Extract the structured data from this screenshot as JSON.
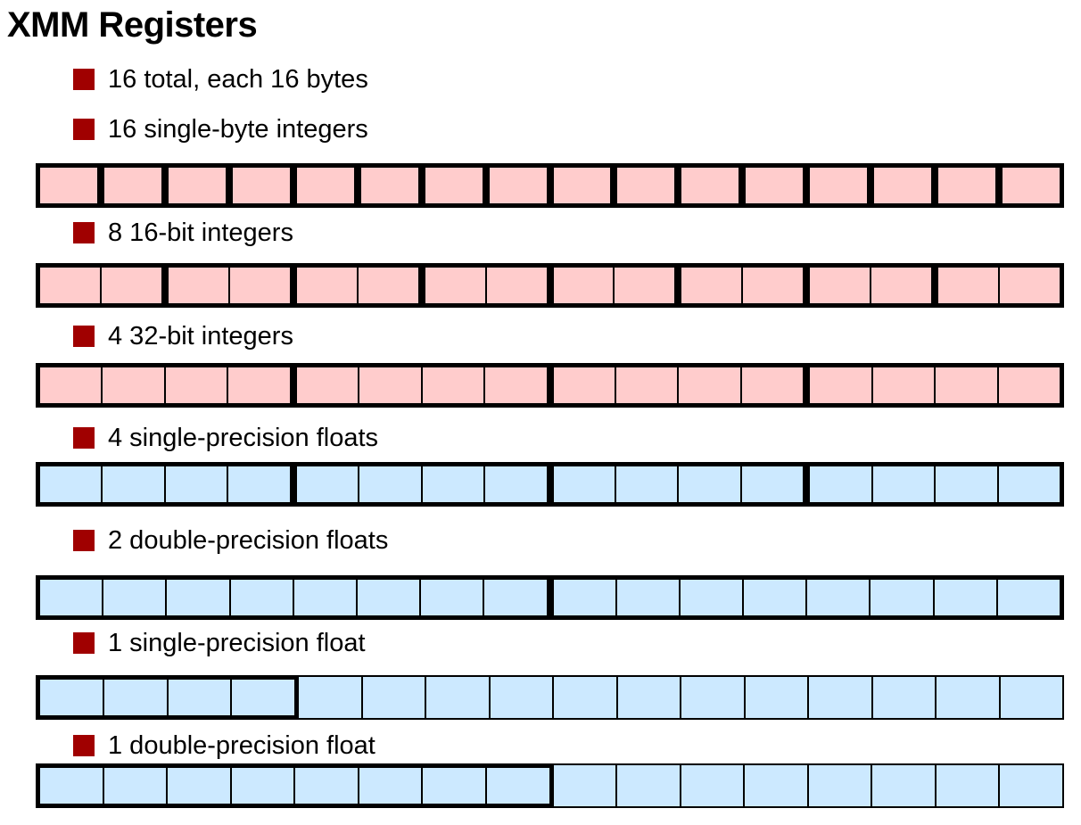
{
  "title": "XMM Registers",
  "colors": {
    "bullet": "#a00000",
    "pink": "#ffcccc",
    "blue": "#cce9ff",
    "border": "#000000",
    "text": "#000000",
    "background": "#ffffff"
  },
  "bullets": [
    {
      "text": "16 total, each 16 bytes"
    },
    {
      "text": "16 single-byte integers"
    },
    {
      "text": "8 16-bit integers"
    },
    {
      "text": "4 32-bit integers"
    },
    {
      "text": "4 single-precision floats"
    },
    {
      "text": "2 double-precision floats"
    },
    {
      "text": "1 single-precision float"
    },
    {
      "text": "1 double-precision float"
    }
  ],
  "bars": [
    {
      "name": "register-bar-16-single-byte-integers",
      "fill": "pink",
      "groups": [
        {
          "size": 1,
          "count": 16,
          "thick": true
        }
      ]
    },
    {
      "name": "register-bar-8-16bit-integers",
      "fill": "pink",
      "groups": [
        {
          "size": 2,
          "count": 8,
          "thick": true
        }
      ]
    },
    {
      "name": "register-bar-4-32bit-integers",
      "fill": "pink",
      "groups": [
        {
          "size": 4,
          "count": 4,
          "thick": true
        }
      ]
    },
    {
      "name": "register-bar-4-single-precision-floats",
      "fill": "blue",
      "groups": [
        {
          "size": 4,
          "count": 4,
          "thick": true
        }
      ]
    },
    {
      "name": "register-bar-2-double-precision-floats",
      "fill": "blue",
      "groups": [
        {
          "size": 8,
          "count": 2,
          "thick": true
        }
      ]
    },
    {
      "name": "register-bar-1-single-precision-float",
      "fill": "blue",
      "groups": [
        {
          "size": 4,
          "count": 1,
          "thick": true
        },
        {
          "size": 12,
          "count": 1,
          "thick": false
        }
      ]
    },
    {
      "name": "register-bar-1-double-precision-float",
      "fill": "blue",
      "groups": [
        {
          "size": 8,
          "count": 1,
          "thick": true
        },
        {
          "size": 8,
          "count": 1,
          "thick": false
        }
      ]
    }
  ]
}
